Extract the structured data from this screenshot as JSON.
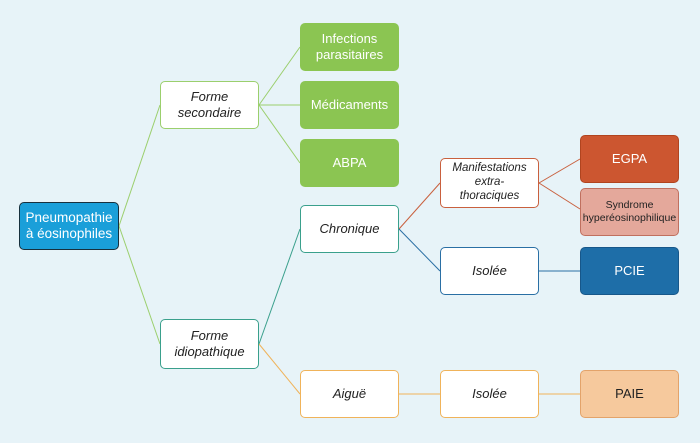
{
  "diagram": {
    "root": "Pneumopathie\nà éosinophiles",
    "secondary": {
      "label": "Forme\nsecondaire",
      "children": [
        "Infections\nparasitaires",
        "Médicaments",
        "ABPA"
      ]
    },
    "idiopathic": {
      "label": "Forme\nidiopathique",
      "chronic": {
        "label": "Chronique",
        "extra_thoracic": {
          "label": "Manifestations\nextra-\nthoraciques",
          "children": [
            "EGPA",
            "Syndrome\nhyperéosinophilique"
          ]
        },
        "isolated": {
          "label": "Isolée",
          "child": "PCIE"
        }
      },
      "acute": {
        "label": "Aiguë",
        "isolated": {
          "label": "Isolée",
          "child": "PAIE"
        }
      }
    }
  },
  "colors": {
    "background": "#e7f3f8",
    "secondary_branch": "#9bcf6d",
    "idiopathic_branch": "#3aa08c",
    "extra_thoracic_branch": "#c9603e",
    "isolated_branch": "#2a6fa4",
    "acute_branch": "#f0b35a"
  }
}
